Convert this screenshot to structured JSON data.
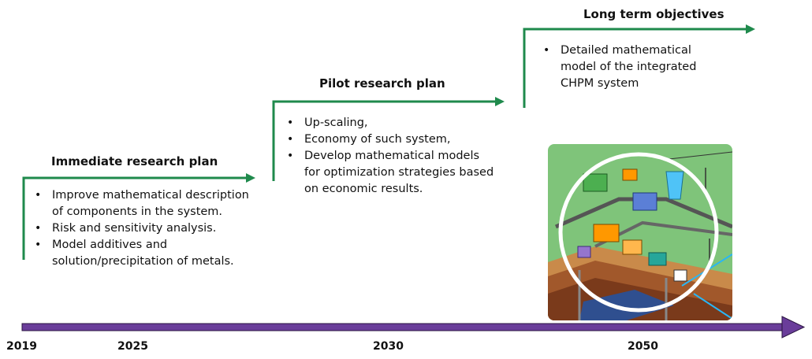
{
  "phases": [
    {
      "title": "Immediate research plan",
      "bullets": [
        "Improve mathematical description of components in the system.",
        "Risk and sensitivity analysis.",
        "Model additives and solution/precipitation of metals."
      ]
    },
    {
      "title": "Pilot research plan",
      "bullets": [
        "Up-scaling,",
        "Economy of such system,",
        "Develop mathematical models for optimization strategies based on economic results."
      ]
    },
    {
      "title": "Long term objectives",
      "bullets": [
        "Detailed mathematical model of the integrated CHPM system"
      ]
    }
  ],
  "timeline": {
    "years": [
      "2019",
      "2025",
      "2030",
      "2050"
    ]
  },
  "colors": {
    "step_arrow": "#1f8a4c",
    "timeline_arrow": "#6a3d9a",
    "illustration_bg": "#7fc47a"
  }
}
